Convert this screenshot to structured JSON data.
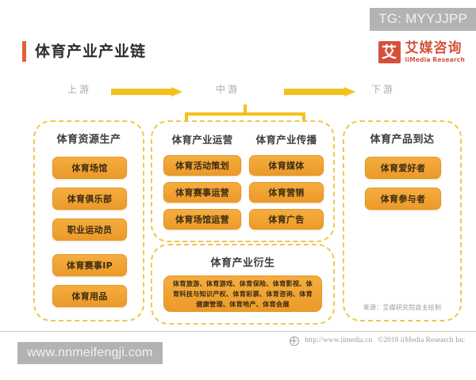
{
  "watermarks": {
    "top_right": "TG: MYYJJPP",
    "bottom_left": "www.nnmeifengji.com"
  },
  "header": {
    "title": "体育产业产业链",
    "accent_color": "#e1603a",
    "logo": {
      "mark": "艾",
      "name_cn": "艾媒咨询",
      "name_en": "iiMedia Research",
      "color": "#d4503a"
    }
  },
  "flow": {
    "upstream_label": "上游",
    "midstream_label": "中游",
    "downstream_label": "下游",
    "arrow_color": "#f5c01e"
  },
  "columns": {
    "upstream": {
      "title": "体育资源生产",
      "items": [
        "体育场馆",
        "体育俱乐部",
        "职业运动员",
        "体育赛事IP",
        "体育用品"
      ]
    },
    "midstream": {
      "operations": {
        "title": "体育产业运营",
        "items": [
          "体育活动策划",
          "体育赛事运营",
          "体育场馆运营"
        ]
      },
      "communication": {
        "title": "体育产业传播",
        "items": [
          "体育媒体",
          "体育营销",
          "体育广告"
        ]
      },
      "derivative": {
        "title": "体育产业衍生",
        "text": "体育旅游、体育游戏、体育保险、体育影视、体育科技与知识产权、体育彩票、体育咨询、体育健康管理、体育地产、体育会展"
      }
    },
    "downstream": {
      "title": "体育产品到达",
      "items": [
        "体育爱好者",
        "体育参与者"
      ],
      "source_note": "来源：艾媒研究院自主绘制"
    }
  },
  "footer": {
    "url": "http://www.iimedia.cn",
    "copyright": "©2018  iiMedia Research  Inc"
  },
  "theme": {
    "pill_top": "#f5ad3f",
    "pill_bottom": "#eb9a29",
    "dashed_border": "#edc94a"
  }
}
